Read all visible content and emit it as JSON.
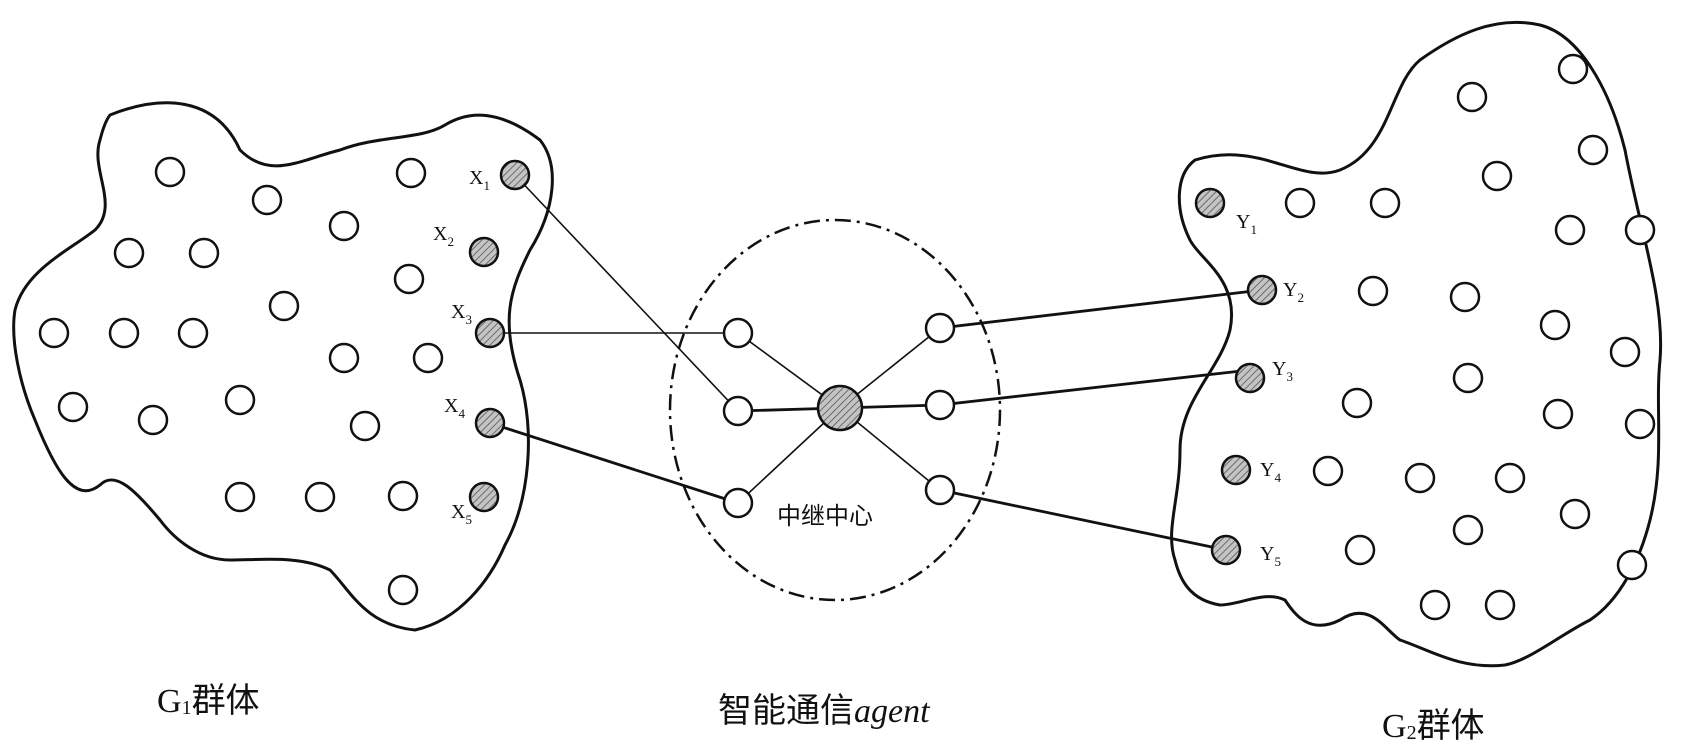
{
  "group1": {
    "name": "G",
    "sub": "1",
    "suffix": "群体",
    "node_labels": [
      {
        "letter": "X",
        "index": "1"
      },
      {
        "letter": "X",
        "index": "2"
      },
      {
        "letter": "X",
        "index": "3"
      },
      {
        "letter": "X",
        "index": "4"
      },
      {
        "letter": "X",
        "index": "5"
      }
    ]
  },
  "group2": {
    "name": "G",
    "sub": "2",
    "suffix": "群体",
    "node_labels": [
      {
        "letter": "Y",
        "index": "1"
      },
      {
        "letter": "Y",
        "index": "2"
      },
      {
        "letter": "Y",
        "index": "3"
      },
      {
        "letter": "Y",
        "index": "4"
      },
      {
        "letter": "Y",
        "index": "5"
      }
    ]
  },
  "agent": {
    "title_cn": "智能通信",
    "title_en": "agent",
    "relay_label": "中继中心"
  },
  "colors": {
    "stroke": "#111111",
    "hatched_fill": "#bdbdbd",
    "background": "#ffffff"
  }
}
